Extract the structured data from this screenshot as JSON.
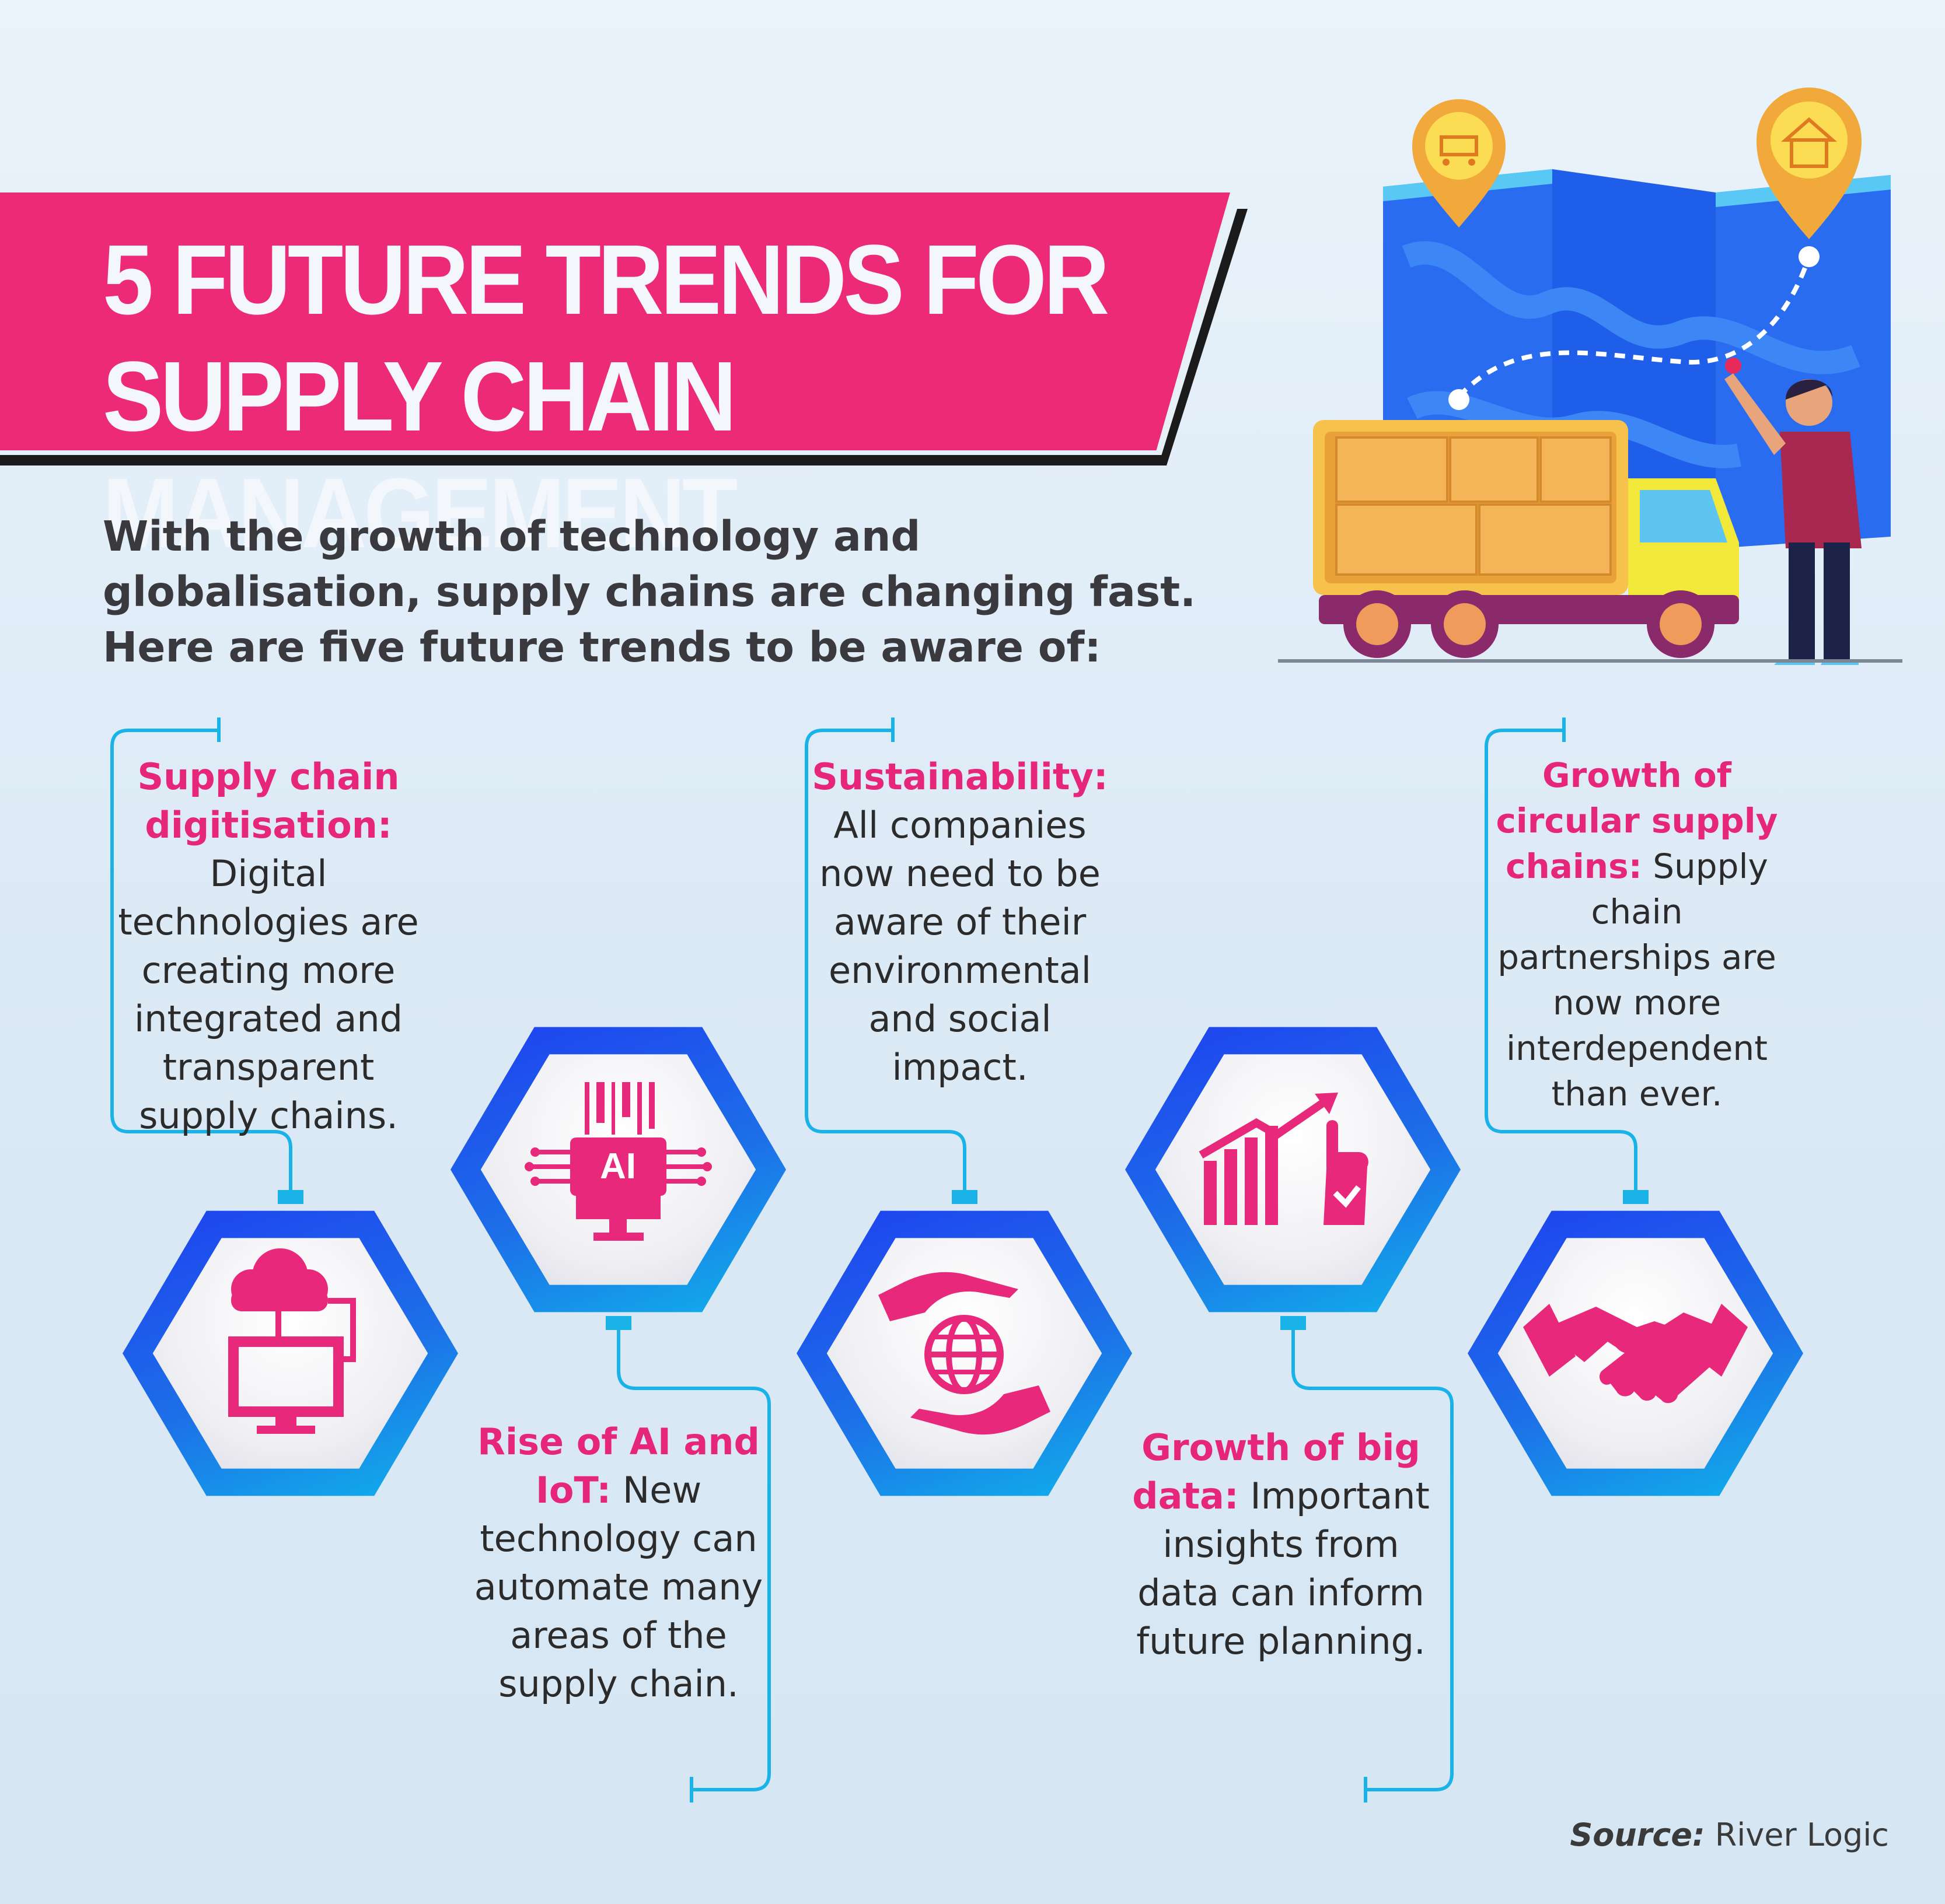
{
  "title_line1": "5 FUTURE TRENDS FOR",
  "title_line2": "SUPPLY CHAIN MANAGEMENT",
  "intro": "With the growth of technology and\nglobalisation, supply chains are changing fast.\nHere are five future trends to be aware of:",
  "trends": [
    {
      "heading": "Supply chain digitisation:",
      "body": "Digital technologies are creating more integrated and transparent supply chains.",
      "icon": "cloud-computer-icon"
    },
    {
      "heading": "Rise of AI and IoT:",
      "body": "New technology can automate many areas of the supply chain.",
      "icon": "ai-chip-icon",
      "icon_label": "AI"
    },
    {
      "heading": "Sustainability:",
      "body": "All companies now need to be aware of their environmental and social impact.",
      "icon": "hands-globe-icon"
    },
    {
      "heading": "Growth of big data:",
      "body": "Important insights from data can inform future planning.",
      "icon": "growth-chart-icon"
    },
    {
      "heading": "Growth of circular supply chains:",
      "body": "Supply chain partnerships are now more interdependent than ever.",
      "icon": "handshake-icon"
    }
  ],
  "source_label": "Source:",
  "source_value": "River Logic",
  "colors": {
    "accent": "#ec2a78",
    "line": "#19b3e8",
    "hex_dark": "#1e3ff0",
    "hex_light": "#0fb6ea"
  },
  "illustration": "delivery-truck-map-illustration"
}
